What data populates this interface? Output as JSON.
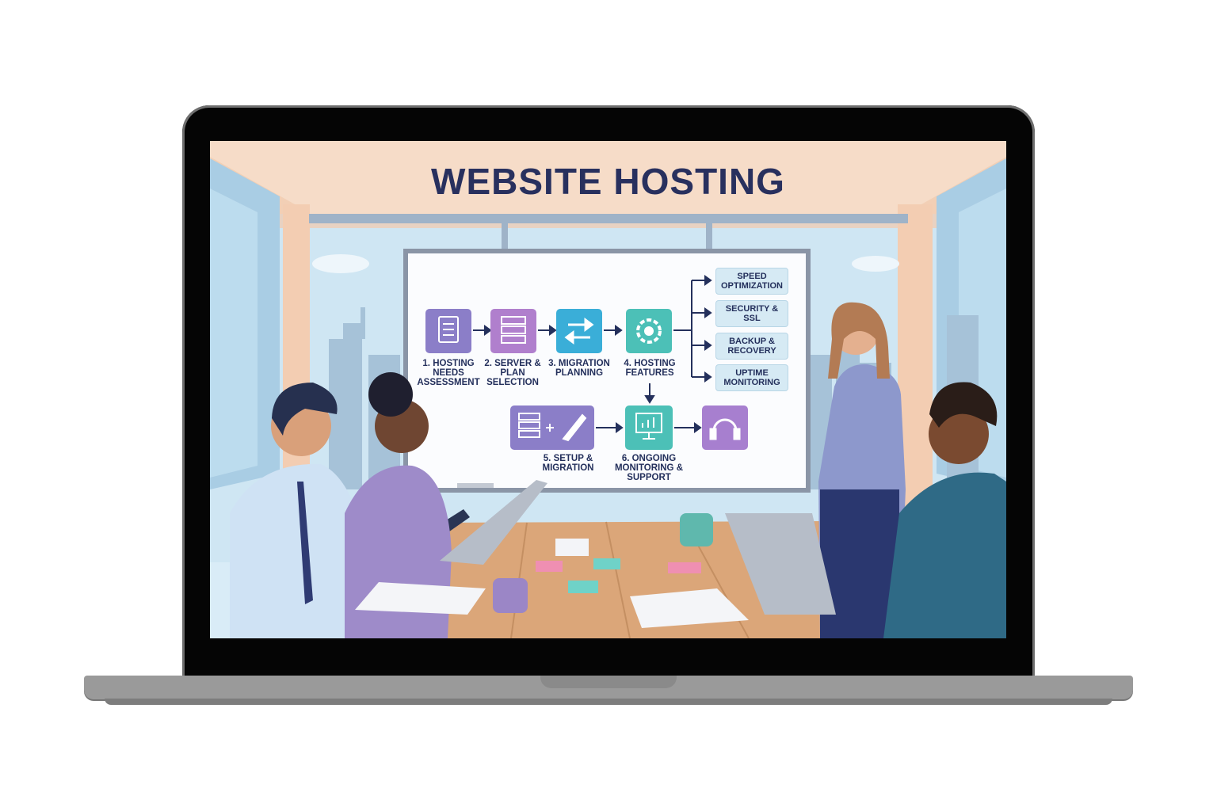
{
  "screen": {
    "title": "WEBSITE HOSTING"
  },
  "flow": {
    "steps": [
      {
        "label": "1. HOSTING NEEDS ASSESSMENT",
        "icon": "clipboard-checklist-icon",
        "color": "#8b7ec8"
      },
      {
        "label": "2. SERVER & PLAN SELECTION",
        "icon": "server-rack-icon",
        "color": "#b07fcd"
      },
      {
        "label": "3. MIGRATION PLANNING",
        "icon": "swap-arrows-icon",
        "color": "#3aaed8"
      },
      {
        "label": "4. HOSTING FEATURES",
        "icon": "gear-icon",
        "color": "#4cc0b7"
      },
      {
        "label": "5. SETUP & MIGRATION",
        "icon": "server-rocket-icon",
        "color": "#8b7ec8"
      },
      {
        "label": "6. ONGOING MONITORING & SUPPORT",
        "icon": "monitor-chart-icon",
        "color": "#4cc0b7"
      },
      {
        "label": "",
        "icon": "headset-support-icon",
        "color": "#a77fcf"
      }
    ],
    "features": [
      "SPEED OPTIMIZATION",
      "SECURITY & SSL",
      "BACKUP & RECOVERY",
      "UPTIME MONITORING"
    ]
  },
  "colors": {
    "title": "#28305e",
    "frame": "#050505",
    "base": "#9a9a9a"
  }
}
